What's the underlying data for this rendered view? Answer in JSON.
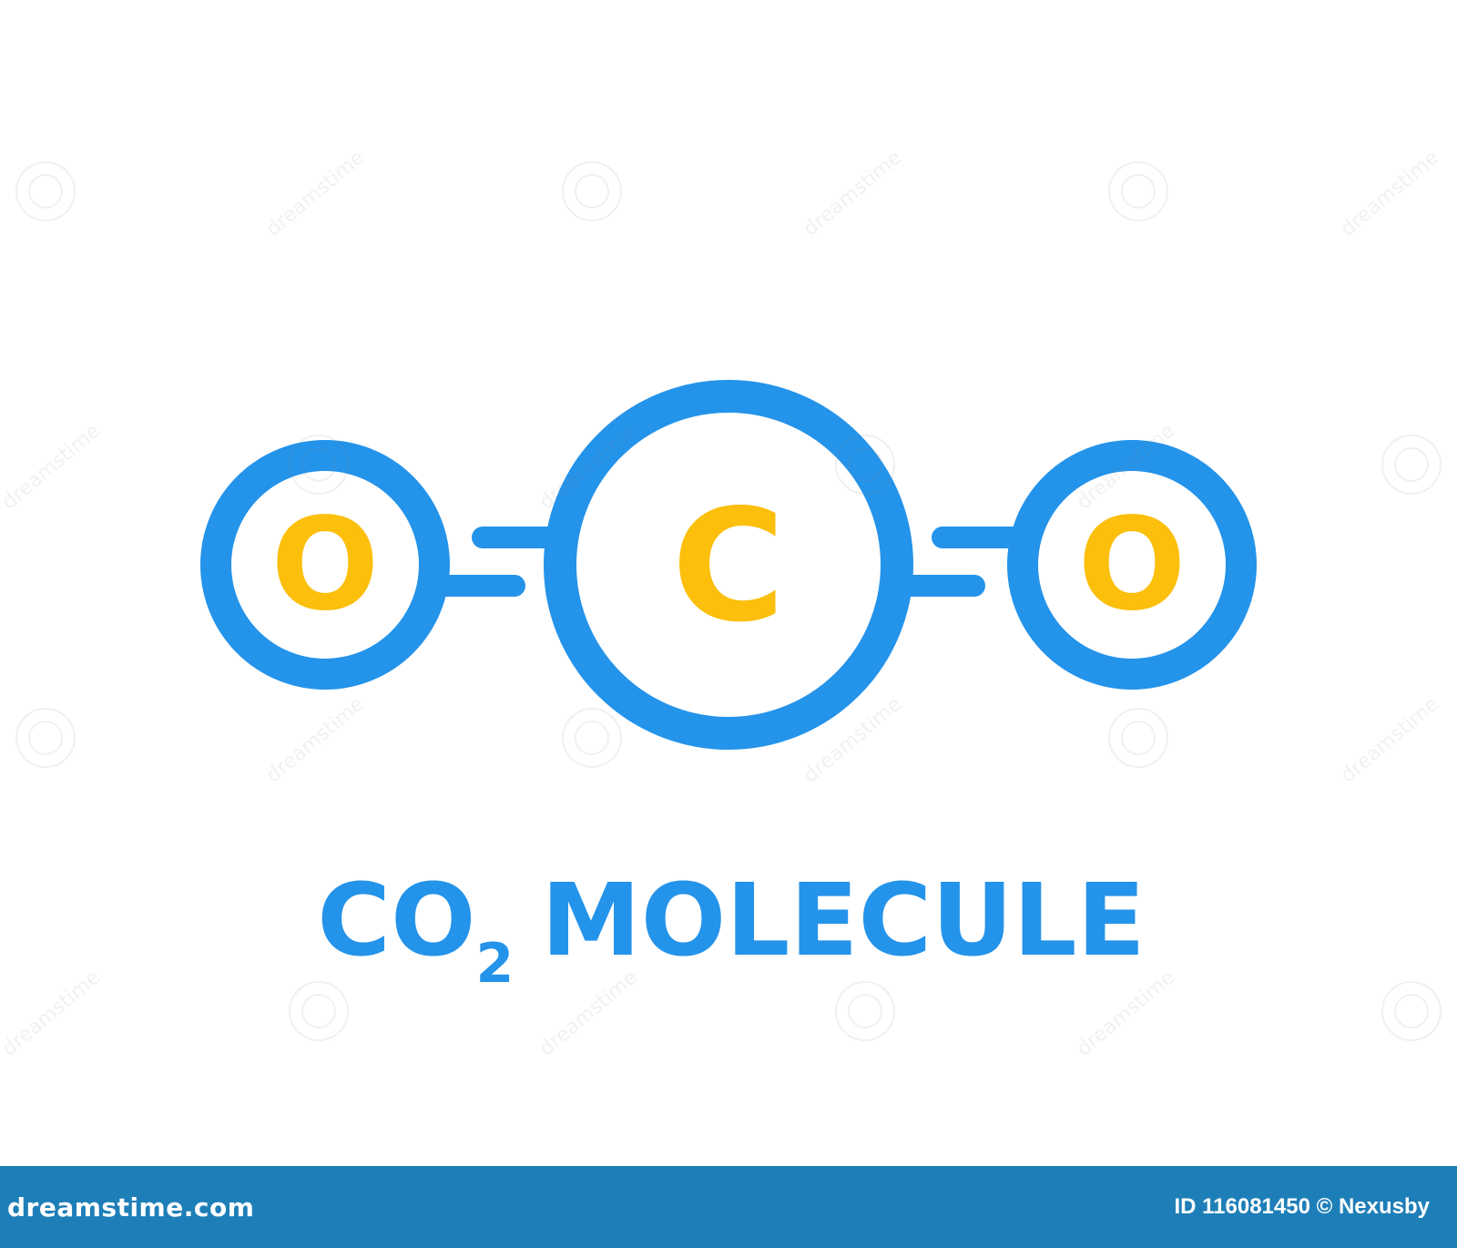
{
  "colors": {
    "blue": "#2493ea",
    "orange": "#fbbf0c",
    "background": "#ffffff",
    "footer": "#1e7fb8",
    "footer_text": "#ffffff"
  },
  "atoms": {
    "left": "O",
    "center": "C",
    "right": "O"
  },
  "title": {
    "main": "CO",
    "subscript": "2",
    "word": "MOLECULE"
  },
  "watermark": {
    "text": "dreamstime"
  },
  "footer": {
    "logo": "dreamstime.com",
    "id_text": "ID 116081450 © Nexusby"
  }
}
